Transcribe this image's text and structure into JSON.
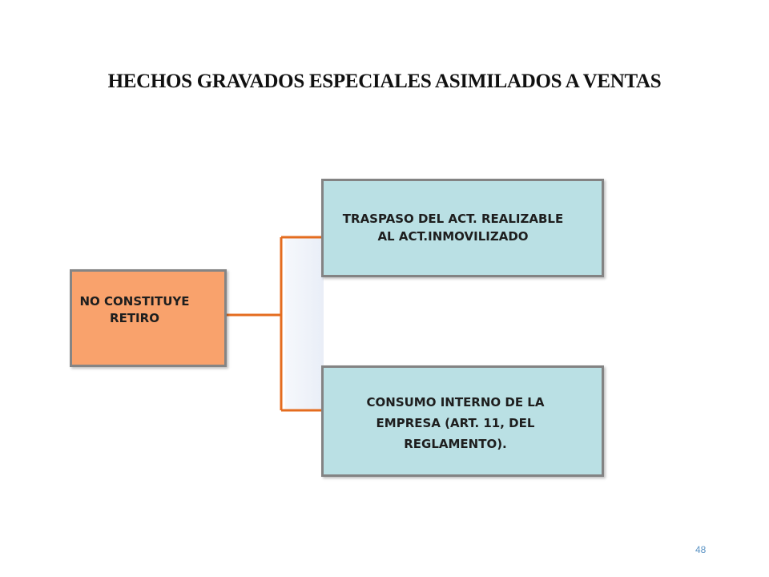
{
  "slide": {
    "title": "HECHOS GRAVADOS ESPECIALES ASIMILADOS A VENTAS",
    "page_number": "48"
  },
  "diagram": {
    "source": {
      "label": "NO CONSTITUYE\nRETIRO",
      "fill_color": "#f9a26c"
    },
    "targets": [
      {
        "label": "TRASPASO DEL ACT. REALIZABLE\nAL ACT.INMOVILIZADO",
        "fill_color": "#bae0e4"
      },
      {
        "label": "CONSUMO INTERNO DE LA\nEMPRESA (ART. 11, DEL\nREGLAMENTO).",
        "fill_color": "#bae0e4"
      }
    ],
    "connector_color": "#e46c1f"
  }
}
